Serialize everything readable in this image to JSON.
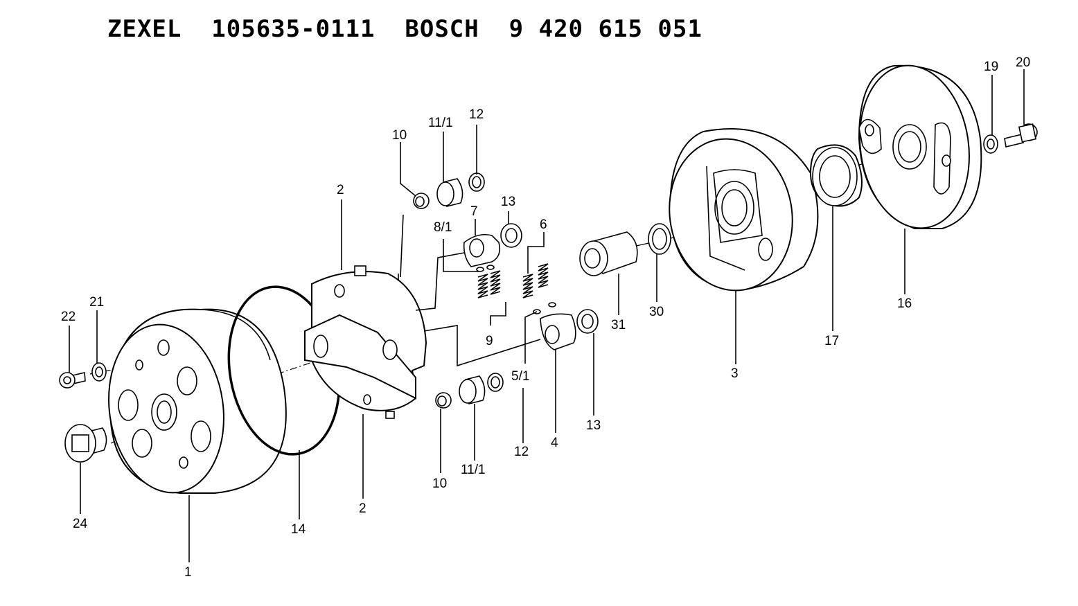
{
  "header": {
    "title": "ZEXEL  105635-0111  BOSCH  9 420 615 051"
  },
  "labels": {
    "p1": "1",
    "p2a": "2",
    "p2b": "2",
    "p3": "3",
    "p4": "4",
    "p5_1": "5/1",
    "p6": "6",
    "p7": "7",
    "p8_1": "8/1",
    "p9": "9",
    "p10a": "10",
    "p10b": "10",
    "p11_1a": "11/1",
    "p11_1b": "11/1",
    "p12a": "12",
    "p12b": "12",
    "p13a": "13",
    "p13b": "13",
    "p14": "14",
    "p16": "16",
    "p17": "17",
    "p19": "19",
    "p20": "20",
    "p21": "21",
    "p22": "22",
    "p24": "24",
    "p30": "30",
    "p31": "31"
  }
}
